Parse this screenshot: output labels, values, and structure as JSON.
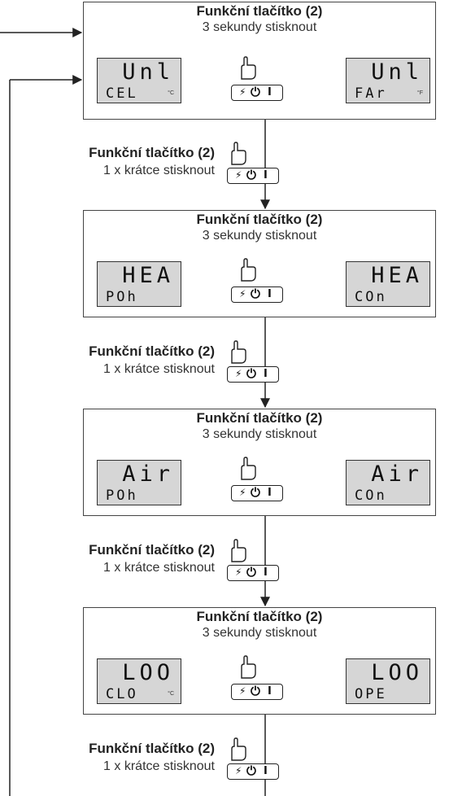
{
  "panels": [
    {
      "title": "Funkční tlačítko (2)",
      "subtitle": "3 sekundy stisknout",
      "left": {
        "top": "Unl",
        "bottom": "CEL",
        "unit": "°C"
      },
      "right": {
        "top": "Unl",
        "bottom": "FAr",
        "unit": "°F"
      }
    },
    {
      "title": "Funkční tlačítko (2)",
      "subtitle": "3 sekundy stisknout",
      "left": {
        "top": "HEA",
        "bottom": "POh",
        "unit": ""
      },
      "right": {
        "top": "HEA",
        "bottom": "COn",
        "unit": ""
      }
    },
    {
      "title": "Funkční tlačítko (2)",
      "subtitle": "3 sekundy stisknout",
      "left": {
        "top": "Air",
        "bottom": "POh",
        "unit": ""
      },
      "right": {
        "top": "Air",
        "bottom": "COn",
        "unit": ""
      }
    },
    {
      "title": "Funkční tlačítko (2)",
      "subtitle": "3 sekundy stisknout",
      "left": {
        "top": "LOO",
        "bottom": "CLO",
        "unit": "°C"
      },
      "right": {
        "top": "LOO",
        "bottom": "OPE",
        "unit": ""
      }
    }
  ],
  "steps": [
    {
      "title": "Funkční tlačítko (2)",
      "subtitle": "1 x krátce stisknout"
    },
    {
      "title": "Funkční tlačítko (2)",
      "subtitle": "1 x krátce stisknout"
    },
    {
      "title": "Funkční tlačítko (2)",
      "subtitle": "1 x krátce stisknout"
    },
    {
      "title": "Funkční tlačítko (2)",
      "subtitle": "1 x krátce stisknout"
    }
  ],
  "button": {
    "icon_f": "⚡",
    "icon_power": "⏻",
    "icon_one": "I"
  }
}
